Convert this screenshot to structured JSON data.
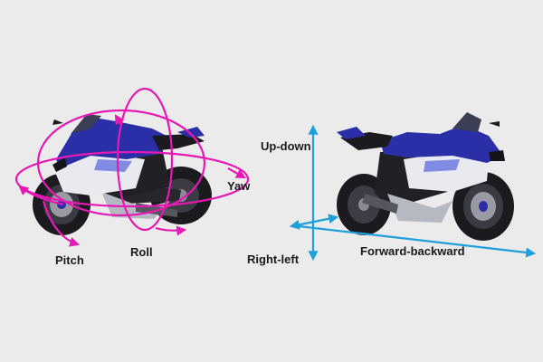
{
  "colors": {
    "background": "#ebebeb",
    "rotation_arrows": "#e619b4",
    "translation_axes": "#1ea0dc",
    "bike_blue": "#2a2fa8",
    "bike_black": "#1b1b1f",
    "bike_white": "#e9eaf0"
  },
  "left_panel": {
    "labels": {
      "yaw": "Yaw",
      "pitch": "Pitch",
      "roll": "Roll"
    }
  },
  "right_panel": {
    "labels": {
      "up_down": "Up-down",
      "right_left": "Right-left",
      "forward_backward": "Forward-backward"
    }
  },
  "icons": [
    "motorcycle-image-left",
    "motorcycle-image-right",
    "rotation-arrows",
    "translation-axes"
  ]
}
